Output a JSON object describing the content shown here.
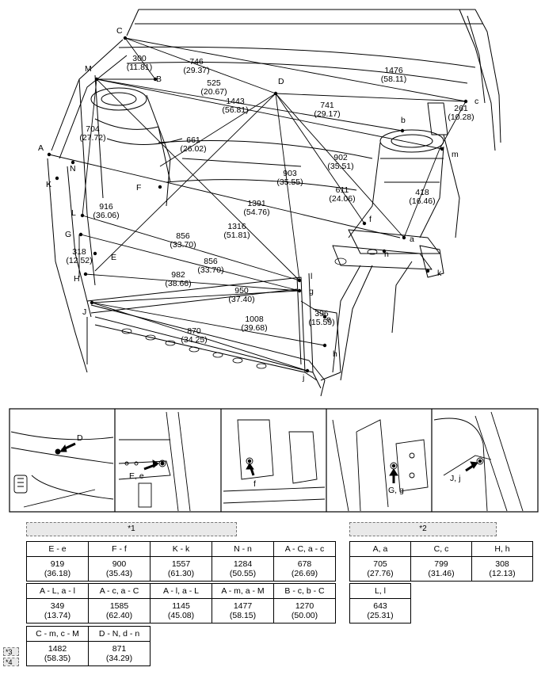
{
  "diagram": {
    "points": [
      {
        "id": "C",
        "label": "C"
      },
      {
        "id": "M",
        "label": "M"
      },
      {
        "id": "B",
        "label": "B"
      },
      {
        "id": "D",
        "label": "D"
      },
      {
        "id": "A",
        "label": "A"
      },
      {
        "id": "N",
        "label": "N"
      },
      {
        "id": "K",
        "label": "K"
      },
      {
        "id": "F",
        "label": "F"
      },
      {
        "id": "L",
        "label": "L"
      },
      {
        "id": "G",
        "label": "G"
      },
      {
        "id": "E",
        "label": "E"
      },
      {
        "id": "H",
        "label": "H"
      },
      {
        "id": "J",
        "label": "J"
      },
      {
        "id": "c",
        "label": "c"
      },
      {
        "id": "b",
        "label": "b"
      },
      {
        "id": "m",
        "label": "m"
      },
      {
        "id": "f",
        "label": "f"
      },
      {
        "id": "a",
        "label": "a"
      },
      {
        "id": "n",
        "label": "n"
      },
      {
        "id": "k",
        "label": "k"
      },
      {
        "id": "l",
        "label": "l"
      },
      {
        "id": "g",
        "label": "g"
      },
      {
        "id": "e",
        "label": "e"
      },
      {
        "id": "h",
        "label": "h"
      },
      {
        "id": "j",
        "label": "j"
      }
    ],
    "dimensions": [
      {
        "mm": "300",
        "inch": "(11.81)"
      },
      {
        "mm": "746",
        "inch": "(29.37)"
      },
      {
        "mm": "1476",
        "inch": "(58.11)"
      },
      {
        "mm": "525",
        "inch": "(20.67)"
      },
      {
        "mm": "741",
        "inch": "(29.17)"
      },
      {
        "mm": "261",
        "inch": "(10.28)"
      },
      {
        "mm": "1443",
        "inch": "(56.81)"
      },
      {
        "mm": "704",
        "inch": "(27.72)"
      },
      {
        "mm": "661",
        "inch": "(26.02)"
      },
      {
        "mm": "902",
        "inch": "(35.51)"
      },
      {
        "mm": "903",
        "inch": "(35.55)"
      },
      {
        "mm": "611",
        "inch": "(24.06)"
      },
      {
        "mm": "418",
        "inch": "(16.46)"
      },
      {
        "mm": "916",
        "inch": "(36.06)"
      },
      {
        "mm": "1391",
        "inch": "(54.76)"
      },
      {
        "mm": "1316",
        "inch": "(51.81)"
      },
      {
        "mm": "856",
        "inch": "(33.70)"
      },
      {
        "mm": "318",
        "inch": "(12.52)"
      },
      {
        "mm": "856",
        "inch": "(33.70)"
      },
      {
        "mm": "982",
        "inch": "(38.66)"
      },
      {
        "mm": "950",
        "inch": "(37.40)"
      },
      {
        "mm": "1008",
        "inch": "(39.68)"
      },
      {
        "mm": "396",
        "inch": "(15.59)"
      },
      {
        "mm": "870",
        "inch": "(34.25)"
      }
    ]
  },
  "detail_views": [
    {
      "label": "D"
    },
    {
      "label": "E, e"
    },
    {
      "label": "f"
    },
    {
      "label": "G, g"
    },
    {
      "label": "J, j"
    }
  ],
  "tags": {
    "group1": "*1",
    "group2": "*2",
    "note3": "*3",
    "note4": "*4"
  },
  "table1": {
    "rows": [
      [
        {
          "head": "E - e",
          "mm": "919",
          "inch": "(36.18)"
        },
        {
          "head": "F - f",
          "mm": "900",
          "inch": "(35.43)"
        },
        {
          "head": "K - k",
          "mm": "1557",
          "inch": "(61.30)"
        },
        {
          "head": "N - n",
          "mm": "1284",
          "inch": "(50.55)"
        },
        {
          "head": "A - C, a - c",
          "mm": "678",
          "inch": "(26.69)"
        }
      ],
      [
        {
          "head": "A - L, a - l",
          "mm": "349",
          "inch": "(13.74)"
        },
        {
          "head": "A - c, a - C",
          "mm": "1585",
          "inch": "(62.40)"
        },
        {
          "head": "A - l, a - L",
          "mm": "1145",
          "inch": "(45.08)"
        },
        {
          "head": "A - m, a - M",
          "mm": "1477",
          "inch": "(58.15)"
        },
        {
          "head": "B - c, b - C",
          "mm": "1270",
          "inch": "(50.00)"
        }
      ],
      [
        {
          "head": "C - m, c - M",
          "mm": "1482",
          "inch": "(58.35)"
        },
        {
          "head": "D - N, d - n",
          "mm": "871",
          "inch": "(34.29)"
        }
      ]
    ]
  },
  "table2": {
    "rows": [
      [
        {
          "head": "A, a",
          "mm": "705",
          "inch": "(27.76)"
        },
        {
          "head": "C, c",
          "mm": "799",
          "inch": "(31.46)"
        },
        {
          "head": "H, h",
          "mm": "308",
          "inch": "(12.13)"
        }
      ],
      [
        {
          "head": "L, l",
          "mm": "643",
          "inch": "(25.31)"
        }
      ]
    ]
  }
}
